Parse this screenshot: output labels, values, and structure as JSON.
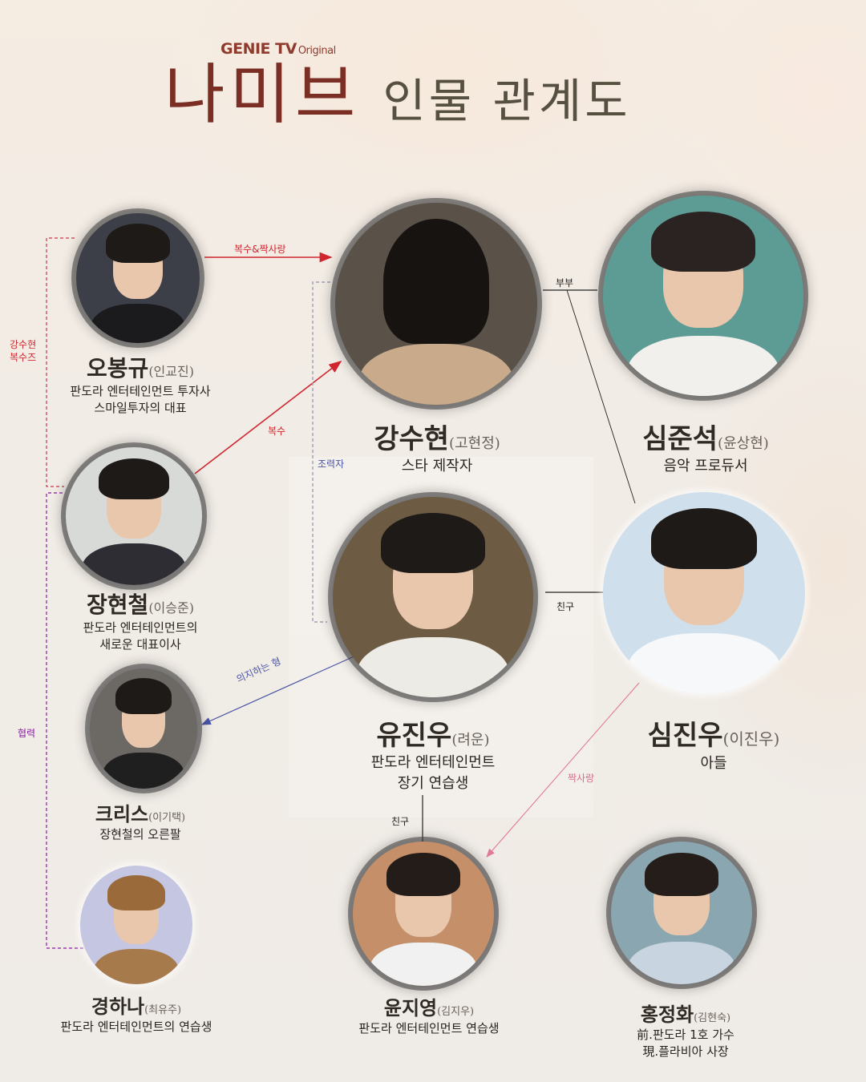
{
  "header": {
    "brand": "GENIE TV",
    "brand_suffix": "Original",
    "title": "나미브",
    "subtitle": "인물 관계도"
  },
  "colors": {
    "title_red": "#7b2e24",
    "revenge_red": "#d0262e",
    "helper_blue": "#4b55a6",
    "cooperate_purple": "#8a1aa5",
    "crush_pink": "#d56f8a",
    "relation_black": "#222222"
  },
  "characters": [
    {
      "id": "oh-bonggyu",
      "name": "오봉규",
      "actor": "(인교진)",
      "role_lines": [
        "판도라 엔터테인먼트 투자사",
        "스마일투자의 대표"
      ]
    },
    {
      "id": "kang-suhyeon",
      "name": "강수현",
      "actor": "(고현정)",
      "role_lines": [
        "스타 제작자"
      ]
    },
    {
      "id": "sim-junseok",
      "name": "심준석",
      "actor": "(윤상현)",
      "role_lines": [
        "음악 프로듀서"
      ]
    },
    {
      "id": "jang-hyeoncheol",
      "name": "장현철",
      "actor": "(이승준)",
      "role_lines": [
        "판도라 엔터테인먼트의",
        "새로운 대표이사"
      ]
    },
    {
      "id": "yu-jinwoo",
      "name": "유진우",
      "actor": "(려운)",
      "role_lines": [
        "판도라 엔터테인먼트",
        "장기 연습생"
      ]
    },
    {
      "id": "sim-jinwoo",
      "name": "심진우",
      "actor": "(이진우)",
      "role_lines": [
        "아들"
      ]
    },
    {
      "id": "chris",
      "name": "크리스",
      "actor": "(이기택)",
      "role_lines": [
        "장현철의 오른팔"
      ]
    },
    {
      "id": "gyeong-hana",
      "name": "경하나",
      "actor": "(최유주)",
      "role_lines": [
        "판도라 엔터테인먼트의 연습생"
      ]
    },
    {
      "id": "yun-jiyeong",
      "name": "윤지영",
      "actor": "(김지우)",
      "role_lines": [
        "판도라 엔터테인먼트 연습생"
      ]
    },
    {
      "id": "hong-jeonghwa",
      "name": "홍정화",
      "actor": "(김현숙)",
      "role_lines": [
        "前.판도라 1호 가수",
        "現.플라비아 사장"
      ]
    }
  ],
  "relations": {
    "revenge_crush": "복수&짝사랑",
    "revenge_group": [
      "강수현",
      "복수즈"
    ],
    "revenge": "복수",
    "helper": "조력자",
    "married": "부부",
    "friend_1": "친구",
    "dependent_brother": "의지하는 형",
    "cooperation": "협력",
    "crush": "짝사랑",
    "friend_2": "친구"
  }
}
